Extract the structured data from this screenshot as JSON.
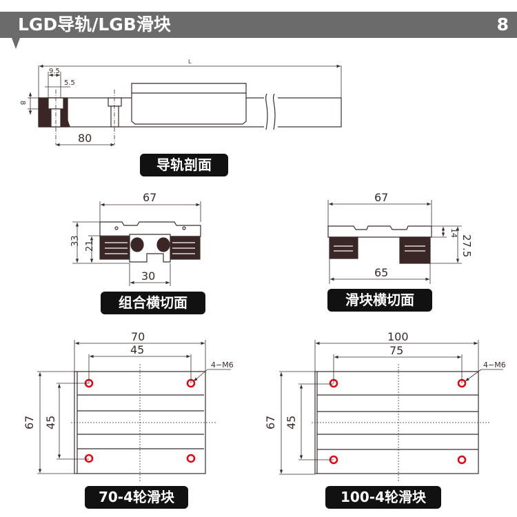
{
  "header": {
    "title": "LGD导轨/LGB滑块",
    "page_number": "8"
  },
  "colors": {
    "header_bg": "#6b6b6b",
    "line": "#3a2a2a",
    "fill_dark": "#3b2626",
    "hole_red": "#e8000f",
    "label_bg": "#111111"
  },
  "rail_section": {
    "label": "导轨剖面",
    "dims": {
      "length": "L",
      "width": "9.5",
      "hole": "5.5",
      "height": "8",
      "pitch": "80"
    }
  },
  "combined_section": {
    "label": "组合横切面",
    "dims": {
      "width": "67",
      "height_total": "33",
      "height_rail": "21",
      "rail_width": "30"
    }
  },
  "block_section": {
    "label": "滑块横切面",
    "dims": {
      "width_top": "67",
      "width_bottom": "65",
      "plate": "14",
      "height": "27.5"
    }
  },
  "block_70": {
    "label": "70-4轮滑块",
    "dims": {
      "width": "70",
      "hole_x": "45",
      "height": "67",
      "hole_y": "45",
      "thread": "4−M6"
    }
  },
  "block_100": {
    "label": "100-4轮滑块",
    "dims": {
      "width": "100",
      "hole_x": "75",
      "height": "67",
      "hole_y": "45",
      "thread": "4−M6"
    }
  }
}
